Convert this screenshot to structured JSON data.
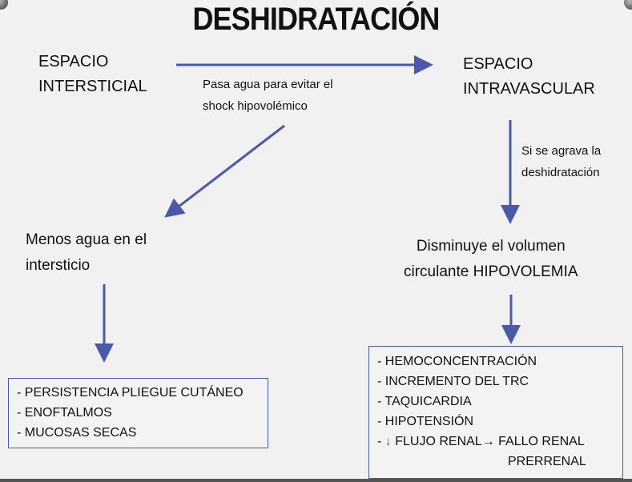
{
  "title": "DESHIDRATACIÓN",
  "nodes": {
    "interstitial": [
      "ESPACIO",
      "INTERSTICIAL"
    ],
    "intravascular": [
      "ESPACIO",
      "INTRAVASCULAR"
    ],
    "less_water": [
      "Menos agua en el",
      "intersticio"
    ],
    "hypovolemia": [
      "Disminuye el volumen",
      "circulante HIPOVOLEMIA"
    ]
  },
  "labels": {
    "water_pass": [
      "Pasa agua para evitar el",
      "shock hipovolémico"
    ],
    "worsens": [
      "Si se agrava la",
      "deshidratación"
    ]
  },
  "left_box": [
    "- PERSISTENCIA PLIEGUE CUTÁNEO",
    "- ENOFTALMOS",
    "- MUCOSAS SECAS"
  ],
  "right_box": {
    "items": [
      "- HEMOCONCENTRACIÓN",
      "- INCREMENTO DEL TRC",
      "- TAQUICARDIA",
      "- HIPOTENSIÓN"
    ],
    "last_prefix": "- ",
    "down_arrow": "↓",
    "last_a": " FLUJO RENAL",
    "right_arrow": "→",
    "last_b": " FALLO RENAL",
    "last_c": "PRERRENAL"
  },
  "colors": {
    "arrow": "#4a5aa8"
  }
}
